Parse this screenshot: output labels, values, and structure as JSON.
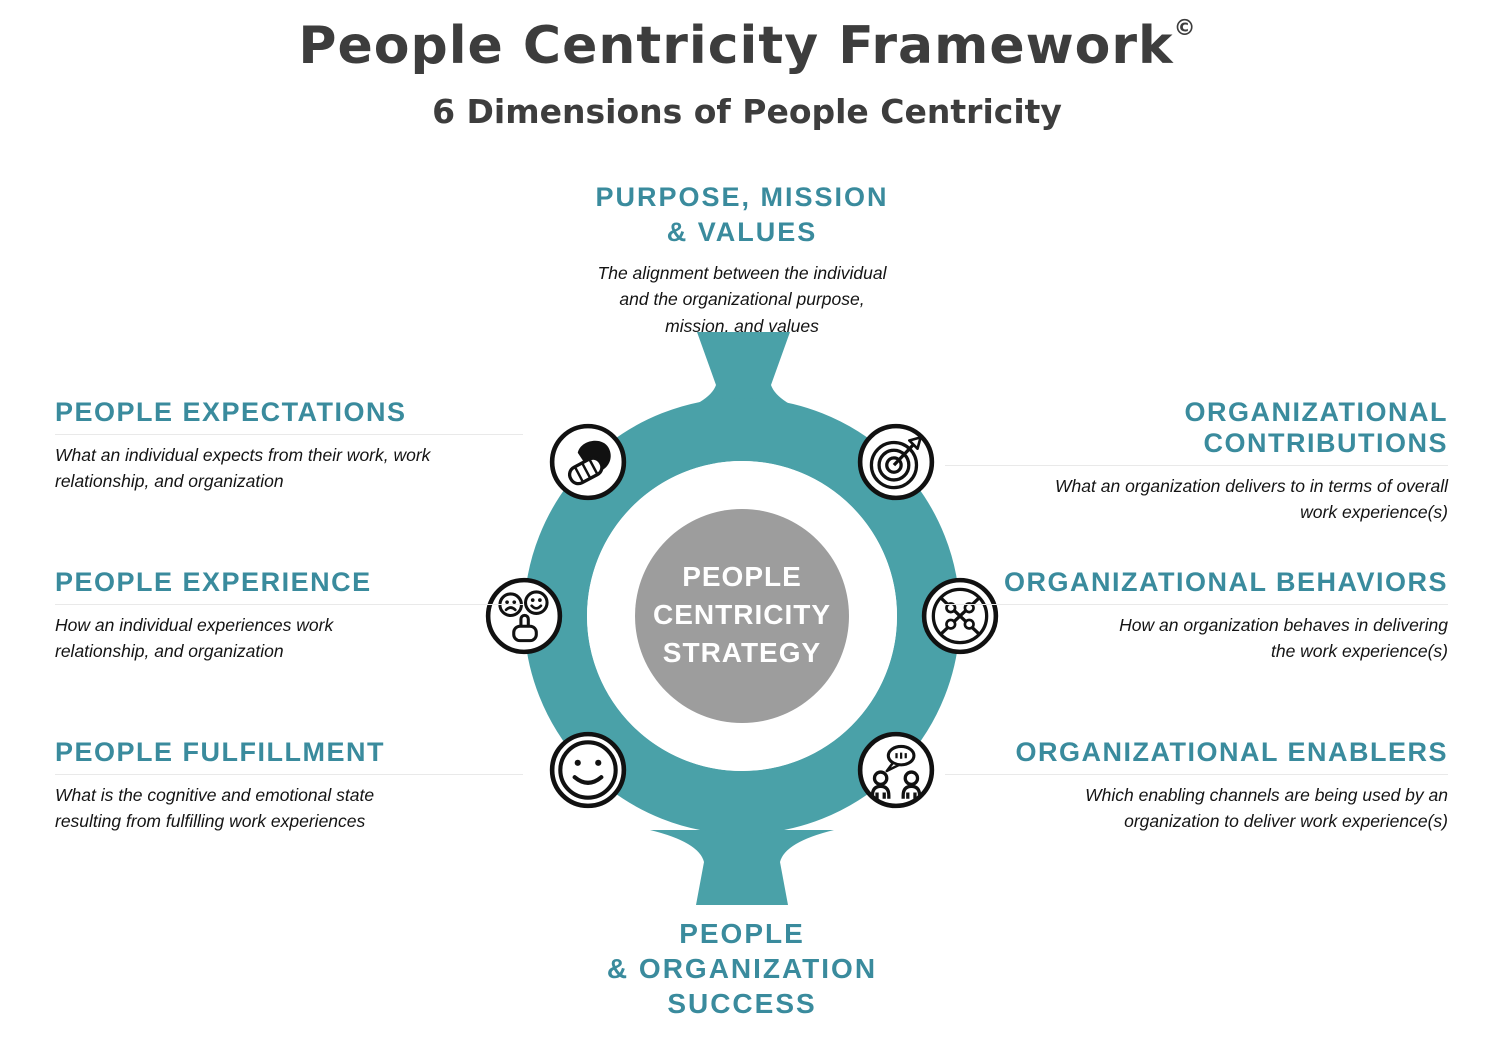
{
  "header": {
    "title": "People Centricity Framework",
    "copyright": "©",
    "subtitle": "6 Dimensions of People Centricity"
  },
  "colors": {
    "teal_ring": "#4AA1A8",
    "teal_heading": "#3A8B9D",
    "center_gray": "#9D9D9D",
    "title_gray": "#3D3D3D",
    "icon_stroke": "#111111"
  },
  "center": {
    "label": "PEOPLE\nCENTRICITY\nSTRATEGY"
  },
  "top_dimension": {
    "heading": "PURPOSE, MISSION\n& VALUES",
    "description": "The alignment between the individual\nand the organizational purpose,\nmission, and values"
  },
  "bottom_outcome": {
    "heading": "PEOPLE\n& ORGANIZATION\nSUCCESS"
  },
  "left_dimensions": [
    {
      "heading": "PEOPLE EXPECTATIONS",
      "description": "What an individual expects from their work, work\nrelationship, and organization",
      "icon": "handshake-icon"
    },
    {
      "heading": "PEOPLE EXPERIENCE",
      "description": "How an individual experiences work\nrelationship, and organization",
      "icon": "faces-feedback-icon"
    },
    {
      "heading": "PEOPLE FULFILLMENT",
      "description": "What is the cognitive and emotional state\nresulting from fulfilling work experiences",
      "icon": "smiley-icon"
    }
  ],
  "right_dimensions": [
    {
      "heading": "ORGANIZATIONAL CONTRIBUTIONS",
      "description": "What an organization delivers to in terms of overall\nwork experience(s)",
      "icon": "target-icon"
    },
    {
      "heading": "ORGANIZATIONAL BEHAVIORS",
      "description": "How an organization behaves in delivering\nthe work experience(s)",
      "icon": "puzzle-icon"
    },
    {
      "heading": "ORGANIZATIONAL ENABLERS",
      "description": "Which enabling channels are being used by an\norganization to deliver work experience(s)",
      "icon": "people-conversation-icon"
    }
  ]
}
